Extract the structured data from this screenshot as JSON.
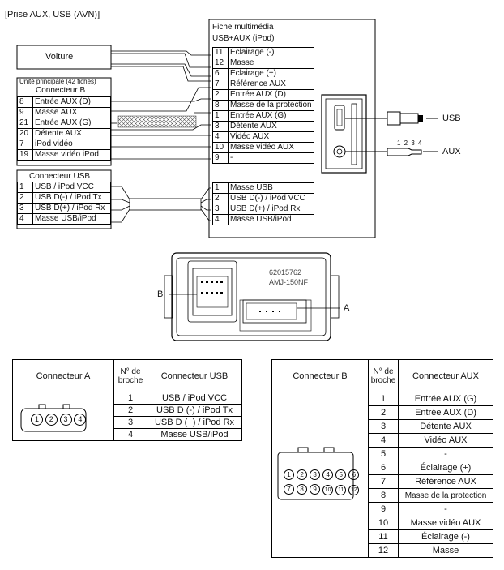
{
  "title": "[Prise AUX, USB (AVN)]",
  "multimedia": {
    "title_line1": "Fiche multimédia",
    "title_line2": "USB+AUX (iPod)",
    "pins_top": [
      {
        "num": "11",
        "label": "Éclairage (-)"
      },
      {
        "num": "12",
        "label": "Masse"
      },
      {
        "num": "6",
        "label": "Éclairage (+)"
      },
      {
        "num": "7",
        "label": "Référence AUX"
      },
      {
        "num": "2",
        "label": "Entrée AUX (D)"
      },
      {
        "num": "8",
        "label": "Masse de la protection"
      },
      {
        "num": "1",
        "label": "Entrée AUX (G)"
      },
      {
        "num": "3",
        "label": "Détente AUX"
      },
      {
        "num": "4",
        "label": "Vidéo AUX"
      },
      {
        "num": "10",
        "label": "Masse vidéo AUX"
      },
      {
        "num": "9",
        "label": "-"
      }
    ],
    "pins_usb": [
      {
        "num": "1",
        "label": "Masse USB"
      },
      {
        "num": "2",
        "label": "USB D(-) / iPod VCC"
      },
      {
        "num": "3",
        "label": "USB D(+) / iPod Rx"
      },
      {
        "num": "4",
        "label": "Masse USB/iPod"
      }
    ]
  },
  "voiture": "Voiture",
  "main_unit": {
    "title": "Unité principale (42 fiches)",
    "connector": "Connecteur B",
    "pins": [
      {
        "num": "8",
        "label": "Entrée AUX (D)"
      },
      {
        "num": "9",
        "label": "Masse AUX"
      },
      {
        "num": "21",
        "label": "Entrée AUX (G)"
      },
      {
        "num": "20",
        "label": "Détente AUX"
      },
      {
        "num": "7",
        "label": "iPod vidéo"
      },
      {
        "num": "19",
        "label": "Masse vidéo iPod"
      }
    ]
  },
  "usb_connector": {
    "title": "Connecteur USB",
    "pins": [
      {
        "num": "1",
        "label": "USB / iPod VCC"
      },
      {
        "num": "2",
        "label": "USB D(-) / iPod Tx"
      },
      {
        "num": "3",
        "label": "USB D(+) / iPod Rx"
      },
      {
        "num": "4",
        "label": "Masse USB/iPod"
      }
    ]
  },
  "jack_labels": {
    "usb": "USB",
    "aux": "AUX",
    "aux_pins": "1 2 3 4"
  },
  "part": {
    "number": "62015762",
    "code": "AMJ-150NF",
    "label_b": "B",
    "label_a": "A"
  },
  "table_a": {
    "headers": [
      "Connecteur A",
      "N° de broche",
      "Connecteur USB"
    ],
    "rows": [
      {
        "pin": "1",
        "label": "USB / iPod VCC"
      },
      {
        "pin": "2",
        "label": "USB D (-) / iPod Tx"
      },
      {
        "pin": "3",
        "label": "USB D (+) / iPod Rx"
      },
      {
        "pin": "4",
        "label": "Masse USB/iPod"
      }
    ],
    "diagram_pins": [
      "1",
      "2",
      "3",
      "4"
    ]
  },
  "table_b": {
    "headers": [
      "Connecteur B",
      "N° de broche",
      "Connecteur AUX"
    ],
    "rows": [
      {
        "pin": "1",
        "label": "Entrée AUX (G)"
      },
      {
        "pin": "2",
        "label": "Entrée AUX (D)"
      },
      {
        "pin": "3",
        "label": "Détente AUX"
      },
      {
        "pin": "4",
        "label": "Vidéo AUX"
      },
      {
        "pin": "5",
        "label": "-"
      },
      {
        "pin": "6",
        "label": "Éclairage (+)"
      },
      {
        "pin": "7",
        "label": "Référence AUX"
      },
      {
        "pin": "8",
        "label": "Masse de la protection"
      },
      {
        "pin": "9",
        "label": "-"
      },
      {
        "pin": "10",
        "label": "Masse vidéo AUX"
      },
      {
        "pin": "11",
        "label": "Éclairage (-)"
      },
      {
        "pin": "12",
        "label": "Masse"
      }
    ],
    "diagram_pins_top": [
      "1",
      "2",
      "3",
      "4",
      "5",
      "6"
    ],
    "diagram_pins_bottom": [
      "7",
      "8",
      "9",
      "10",
      "11",
      "12"
    ]
  }
}
